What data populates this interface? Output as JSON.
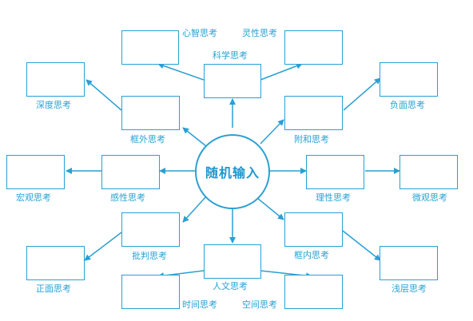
{
  "center": {
    "label": "随机输入"
  },
  "nodes": {
    "kexue": "科学思考",
    "xinzhi": "心智思考",
    "lingxing": "灵性思考",
    "shendu": "深度思考",
    "kuangwai": "框外思考",
    "fuhe": "附和思考",
    "fumian": "负面思考",
    "hongguan": "宏观思考",
    "ganxing": "感性思考",
    "lixing": "理性思考",
    "weiguan": "微观思考",
    "pipan": "批判思考",
    "kuangnei": "框内思考",
    "zhengmian": "正面思考",
    "renwen": "人文思考",
    "qianceng": "浅层思考",
    "shijian": "时间思考",
    "kongjian": "空间思考"
  },
  "colors": {
    "line": "#29a0d3",
    "text": "#27a2d4"
  }
}
